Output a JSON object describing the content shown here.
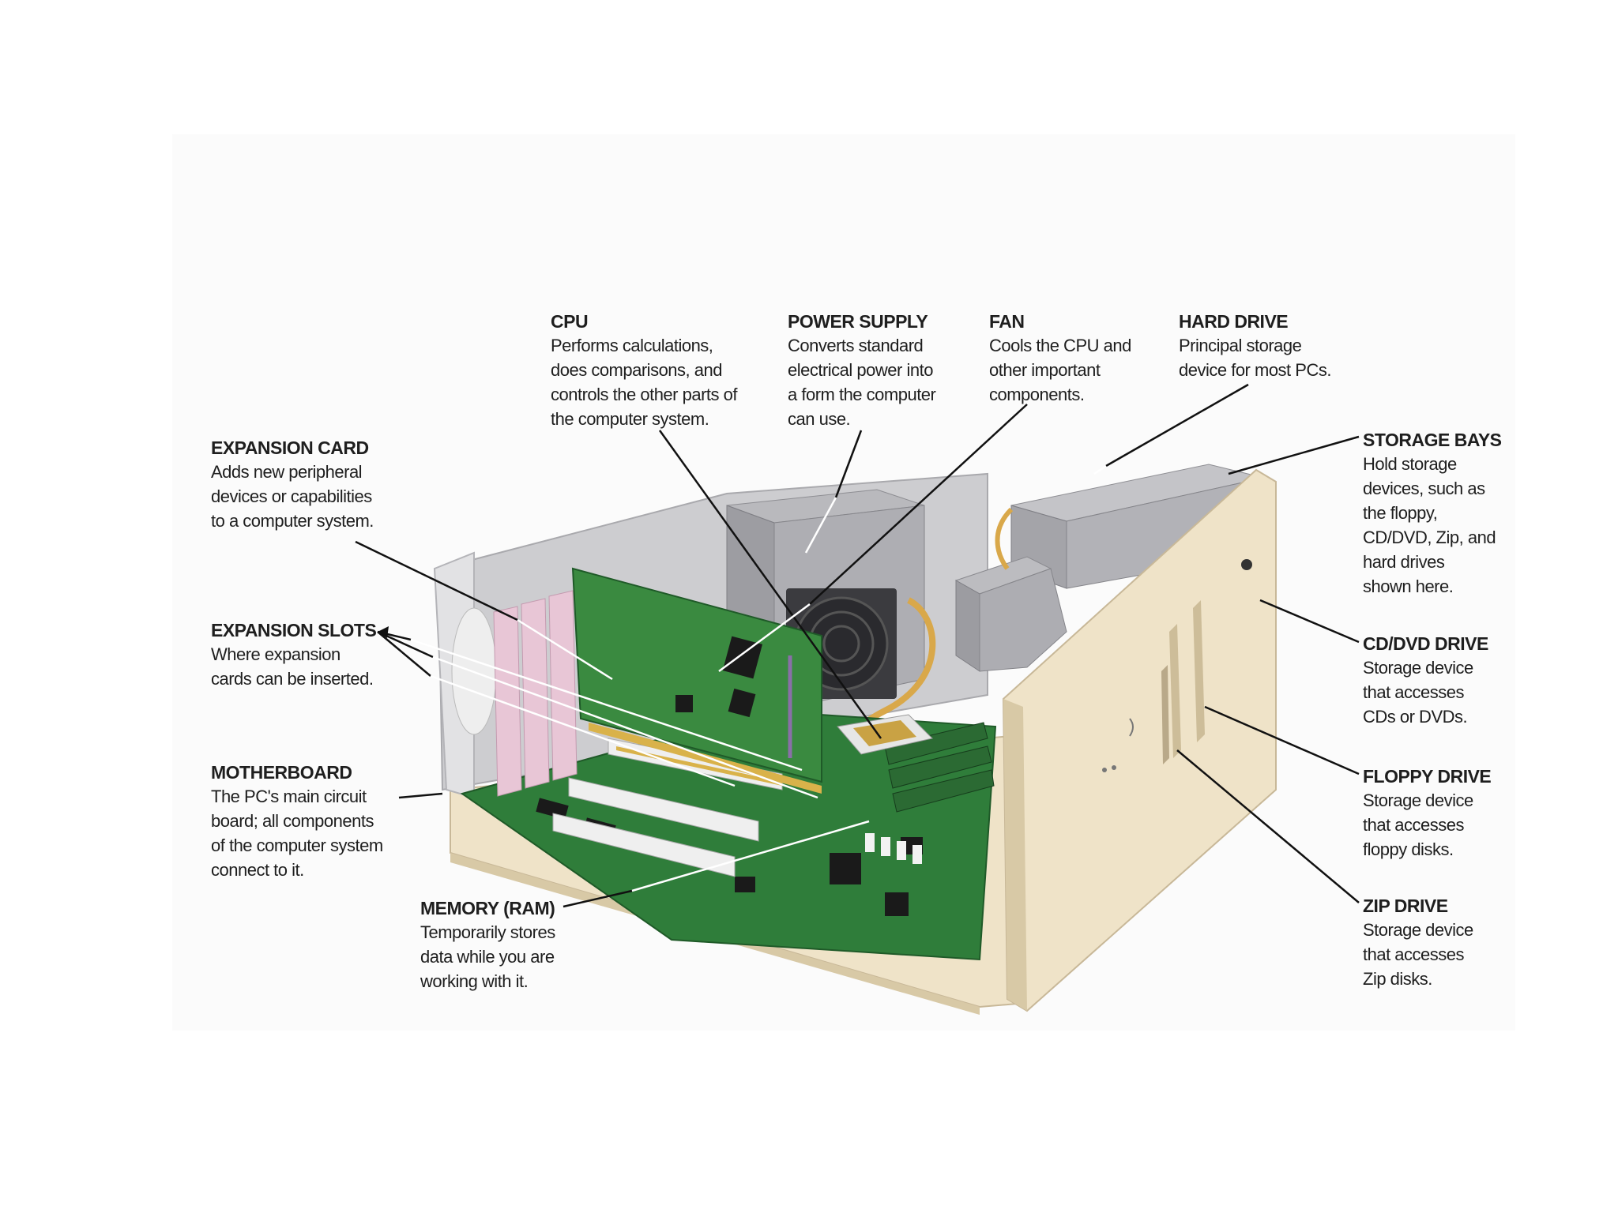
{
  "callouts": {
    "cpu": {
      "title": "CPU",
      "desc": "Performs calculations,\ndoes comparisons, and\ncontrols the other parts of\nthe computer system."
    },
    "power_supply": {
      "title": "POWER SUPPLY",
      "desc": "Converts standard\nelectrical power into\na form the computer\ncan use."
    },
    "fan": {
      "title": "FAN",
      "desc": "Cools the CPU and\nother important\ncomponents."
    },
    "hard_drive": {
      "title": "HARD DRIVE",
      "desc": "Principal storage\ndevice for most PCs."
    },
    "storage_bays": {
      "title": "STORAGE BAYS",
      "desc": "Hold storage\ndevices, such as\nthe floppy,\nCD/DVD, Zip, and\nhard drives\nshown here."
    },
    "cd_dvd_drive": {
      "title": "CD/DVD DRIVE",
      "desc": "Storage device\nthat accesses\nCDs or DVDs."
    },
    "floppy_drive": {
      "title": "FLOPPY DRIVE",
      "desc": "Storage device\nthat accesses\nfloppy disks."
    },
    "zip_drive": {
      "title": "ZIP DRIVE",
      "desc": "Storage device\nthat accesses\nZip disks."
    },
    "expansion_card": {
      "title": "EXPANSION CARD",
      "desc": "Adds new peripheral\ndevices or capabilities\nto a computer system."
    },
    "expansion_slots": {
      "title": "EXPANSION SLOTS",
      "desc": "Where expansion\ncards can be inserted."
    },
    "motherboard": {
      "title": "MOTHERBOARD",
      "desc": "The PC's main circuit\nboard; all components\nof the computer system\nconnect to it."
    },
    "memory": {
      "title": "MEMORY (RAM)",
      "desc": "Temporarily stores\ndata while you are\nworking with it."
    }
  },
  "colors": {
    "case_beige": "#efe3c8",
    "case_shadow": "#d8c9a6",
    "chassis_gray": "#c9c9cc",
    "board_green": "#2f7d3a",
    "card_green": "#3a8a40",
    "slot_pink": "#e8c6d6",
    "gold": "#d9b24a",
    "leader_line": "#111111"
  }
}
